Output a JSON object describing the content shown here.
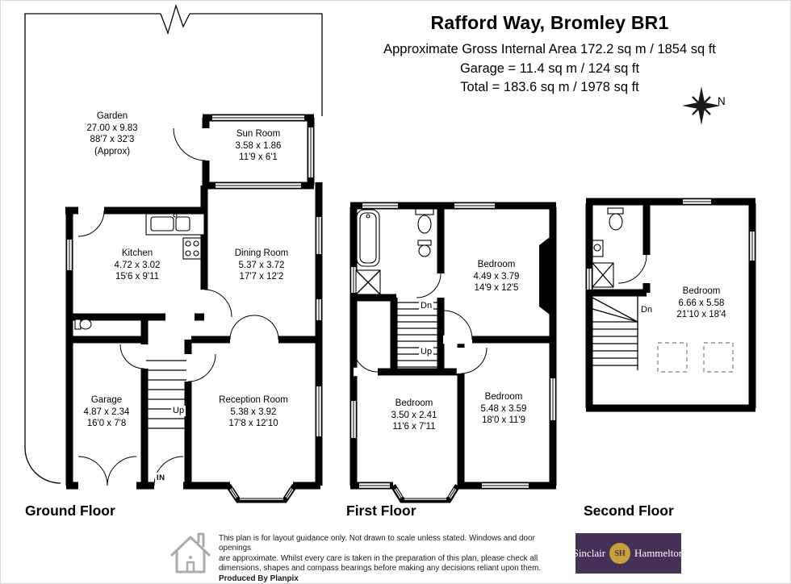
{
  "header": {
    "title": "Rafford Way, Bromley BR1",
    "area_line1": "Approximate Gross Internal Area 172.2 sq m / 1854 sq ft",
    "area_line2": "Garage = 11.4 sq m / 124 sq ft",
    "area_line3": "Total = 183.6 sq m / 1978 sq ft",
    "compass_label": "N"
  },
  "floors": {
    "ground": {
      "label": "Ground Floor",
      "rooms": {
        "garden": {
          "name": "Garden",
          "dims_m": "27.00 x 9.83",
          "dims_ft": "88'7 x 32'3",
          "note": "(Approx)"
        },
        "sun_room": {
          "name": "Sun Room",
          "dims_m": "3.58 x 1.86",
          "dims_ft": "11'9 x 6'1"
        },
        "kitchen": {
          "name": "Kitchen",
          "dims_m": "4.72 x 3.02",
          "dims_ft": "15'6 x 9'11"
        },
        "dining_room": {
          "name": "Dining Room",
          "dims_m": "5.37 x 3.72",
          "dims_ft": "17'7 x 12'2"
        },
        "garage": {
          "name": "Garage",
          "dims_m": "4.87 x 2.34",
          "dims_ft": "16'0 x 7'8"
        },
        "reception_room": {
          "name": "Reception Room",
          "dims_m": "5.38 x 3.92",
          "dims_ft": "17'8 x 12'10"
        }
      },
      "annotations": {
        "up": "Up",
        "in": "IN"
      }
    },
    "first": {
      "label": "First Floor",
      "rooms": {
        "bedroom_rear": {
          "name": "Bedroom",
          "dims_m": "4.49 x 3.79",
          "dims_ft": "14'9 x 12'5"
        },
        "bedroom_small": {
          "name": "Bedroom",
          "dims_m": "3.50 x 2.41",
          "dims_ft": "11'6 x 7'11"
        },
        "bedroom_front": {
          "name": "Bedroom",
          "dims_m": "5.48 x 3.59",
          "dims_ft": "18'0 x 11'9"
        }
      },
      "annotations": {
        "dn": "Dn",
        "up": "Up"
      }
    },
    "second": {
      "label": "Second Floor",
      "rooms": {
        "bedroom": {
          "name": "Bedroom",
          "dims_m": "6.66 x 5.58",
          "dims_ft": "21'10 x 18'4"
        }
      },
      "annotations": {
        "dn": "Dn"
      }
    }
  },
  "footer": {
    "disclaimer_line1": "This plan is for layout guidance only. Not drawn to scale unless stated. Windows and door openings",
    "disclaimer_line2": "are approximate. Whilst every care is taken in the preparation of this plan, please check all",
    "disclaimer_line3": "dimensions, shapes and compass bearings before making any decisions reliant upon them.",
    "disclaimer_line4": "Produced By Planpix",
    "logo_left": "Sinclair",
    "logo_monogram": "SH",
    "logo_right": "Hammelton"
  },
  "colors": {
    "wall": "#000000",
    "logo_background": "#453157",
    "logo_gold": "#c6a13c"
  }
}
